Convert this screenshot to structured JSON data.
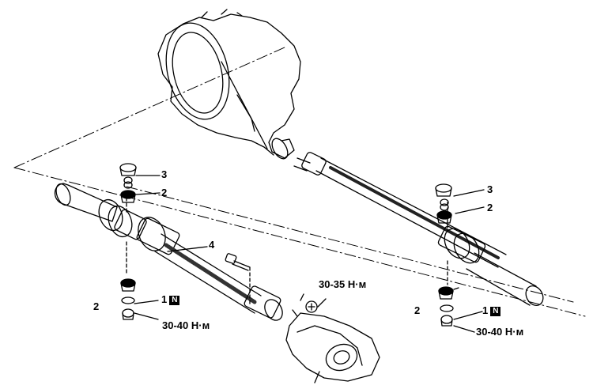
{
  "labels": {
    "left_cap": "3",
    "left_upper_bushing": "2",
    "left_lower_bushing": "2",
    "left_nut": "1",
    "left_nut_badge": "N",
    "left_torque": "30-40 Н·м",
    "shaft": "4",
    "flange_torque": "30-35 Н·м",
    "right_cap": "3",
    "right_upper_bushing": "2",
    "right_lower_bushing": "2",
    "right_nut": "1",
    "right_nut_badge": "N",
    "right_torque": "30-40 Н·м"
  },
  "colors": {
    "ink": "#000000",
    "paper": "#ffffff"
  }
}
